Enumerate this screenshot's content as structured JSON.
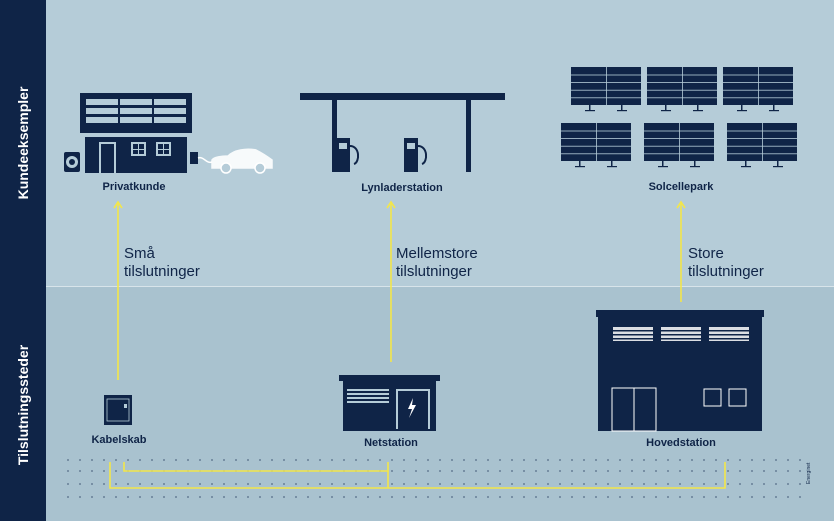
{
  "sidebar": {
    "top_label": "Kundeeksempler",
    "bottom_label": "Tilslutningssteder"
  },
  "customers": [
    {
      "label": "Privatkunde"
    },
    {
      "label": "Lynladerstation"
    },
    {
      "label": "Solcellepark"
    }
  ],
  "connections": [
    {
      "line1": "Små",
      "line2": "tilslutninger"
    },
    {
      "line1": "Mellemstore",
      "line2": "tilslutninger"
    },
    {
      "line1": "Store",
      "line2": "tilslutninger"
    }
  ],
  "stations": [
    {
      "label": "Kabelskab"
    },
    {
      "label": "Netstation"
    },
    {
      "label": "Hovedstation"
    }
  ],
  "credit": "Energinet",
  "colors": {
    "navy": "#0f2447",
    "arrow": "#f3e64a",
    "top_bg": "#b5ccd8",
    "bottom_bg": "#a9c2cf"
  }
}
